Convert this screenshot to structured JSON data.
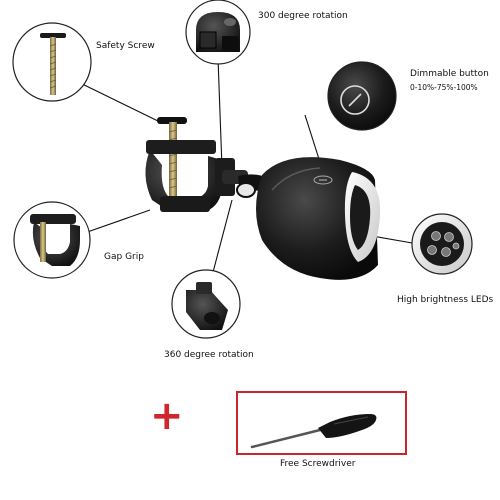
{
  "callouts": {
    "safety_screw": "Safety Screw",
    "rotation_300": "300 degree rotation",
    "dimmable_button": "Dimmable button",
    "dimmable_levels": "0-10%-75%-100%",
    "gap_grip": "Gap Grip",
    "rotation_360": "360 degree rotation",
    "high_brightness": "High brightness LEDs"
  },
  "bonus": {
    "symbol": "+",
    "label": "Free Screwdriver"
  },
  "colors": {
    "accent": "#c9252c",
    "product": "#1a1a1a"
  }
}
